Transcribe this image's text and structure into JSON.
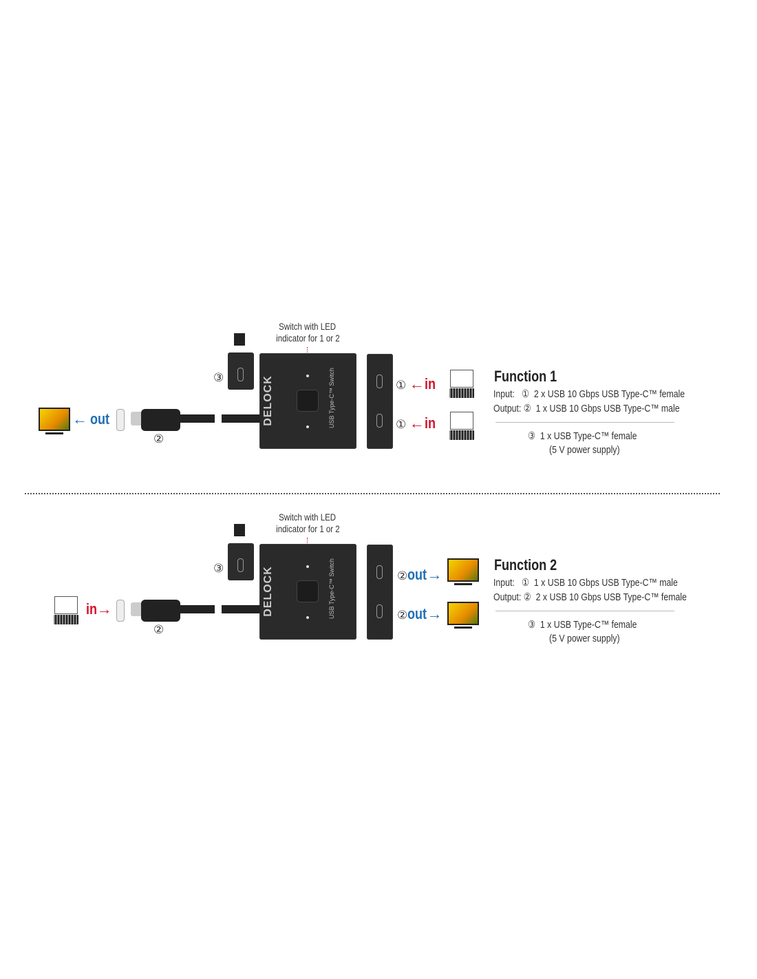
{
  "switch_label": [
    "Switch with LED",
    "indicator for 1 or 2"
  ],
  "device": {
    "brand": "DELOCK",
    "model": "USB Type-C™ Switch"
  },
  "markers": {
    "one": "①",
    "two": "②",
    "three": "③"
  },
  "words": {
    "in": "in",
    "out": "out"
  },
  "arrows": {
    "left": "←",
    "right": "→"
  },
  "colors": {
    "in": "#d4122a",
    "out": "#1f6fb5",
    "device": "#2a2a2a"
  },
  "function1": {
    "title": "Function  1",
    "input_label": "Input:",
    "input_text": "2 x USB 10 Gbps USB Type-C™ female",
    "output_label": "Output:",
    "output_text": "1 x USB 10 Gbps USB Type-C™ male",
    "power_line1": "1 x USB Type-C™ female",
    "power_line2": "(5 V power supply)"
  },
  "function2": {
    "title": "Function  2",
    "input_label": "Input:",
    "input_text": "1 x USB 10 Gbps USB Type-C™ male",
    "output_label": "Output:",
    "output_text": "2 x USB 10 Gbps USB Type-C™ female",
    "power_line1": "1 x USB Type-C™ female",
    "power_line2": "(5 V power supply)"
  }
}
